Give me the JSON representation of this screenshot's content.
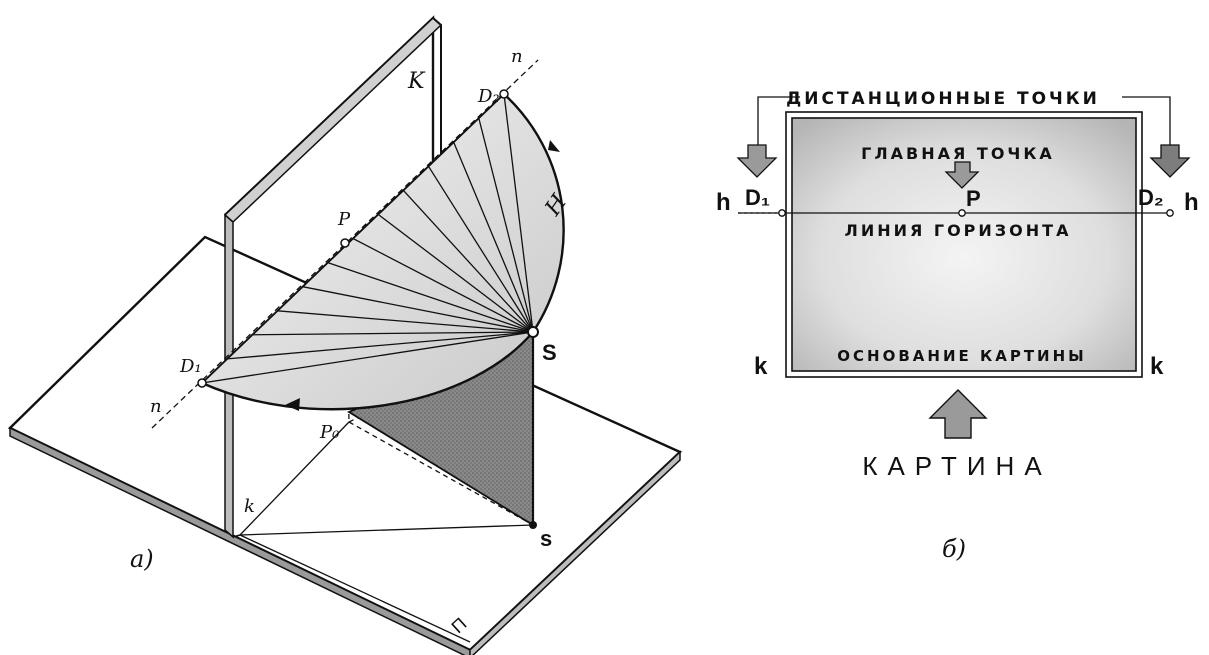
{
  "figure_a": {
    "caption": "а)",
    "labels": {
      "picture_plane": "K",
      "horizontal_line": "H",
      "point_D1": "D₁",
      "point_D2": "D₂",
      "principal_point": "P",
      "principal_point_base": "P₀",
      "station_point": "S",
      "station_point_base": "s",
      "ground_line": "k",
      "line_n_left": "n",
      "line_n_right": "n",
      "ground_plane": "П"
    }
  },
  "figure_b": {
    "caption": "б)",
    "distance_points_title": "ДИСТАНЦИОННЫЕ ТОЧКИ",
    "principal_point_title": "ГЛАВНАЯ ТОЧКА",
    "horizon_line_title": "ЛИНИЯ ГОРИЗОНТА",
    "base_title": "ОСНОВАНИЕ КАРТИНЫ",
    "picture_title": "КАРТИНА",
    "labels": {
      "h_left": "h",
      "h_right": "h",
      "d1": "D₁",
      "d2": "D₂",
      "p": "P",
      "k_left": "k",
      "k_right": "k"
    }
  }
}
